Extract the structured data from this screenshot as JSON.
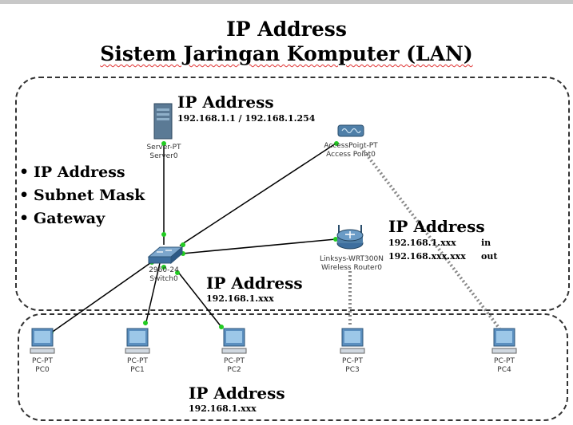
{
  "title": "IP Address",
  "subtitle": "Sistem Jaringan Komputer (LAN)",
  "bullets": [
    "IP Address",
    "Subnet Mask",
    "Gateway"
  ],
  "server_info": {
    "heading": "IP Address",
    "value": "192.168.1.1  / 192.168.1.254"
  },
  "router_info": {
    "heading": "IP Address",
    "line1": "192.168.1.xxx",
    "line1_tag": "in",
    "line2": "192.168.xxx.xxx",
    "line2_tag": "out"
  },
  "switch_info": {
    "heading": "IP Address",
    "value": "192.168.1.xxx"
  },
  "pc_info": {
    "heading": "IP Address",
    "value": "192.168.1.xxx"
  },
  "devices": {
    "server": {
      "type": "Server-PT",
      "name": "Server0"
    },
    "access_point": {
      "type": "AccessPoint-PT",
      "name": "Access Point0"
    },
    "router": {
      "type": "Linksys-WRT300N",
      "name": "Wireless Router0"
    },
    "switch": {
      "type": "2960-24",
      "name": "Switch0"
    },
    "pcs": [
      {
        "type": "PC-PT",
        "name": "PC0"
      },
      {
        "type": "PC-PT",
        "name": "PC1"
      },
      {
        "type": "PC-PT",
        "name": "PC2"
      },
      {
        "type": "PC-PT",
        "name": "PC3"
      },
      {
        "type": "PC-PT",
        "name": "PC4"
      }
    ]
  },
  "colors": {
    "link": "#000000",
    "link_port": "#22cc22",
    "wireless_link": "#888888",
    "server": "#5b7a95",
    "device": "#3d6e9e"
  }
}
